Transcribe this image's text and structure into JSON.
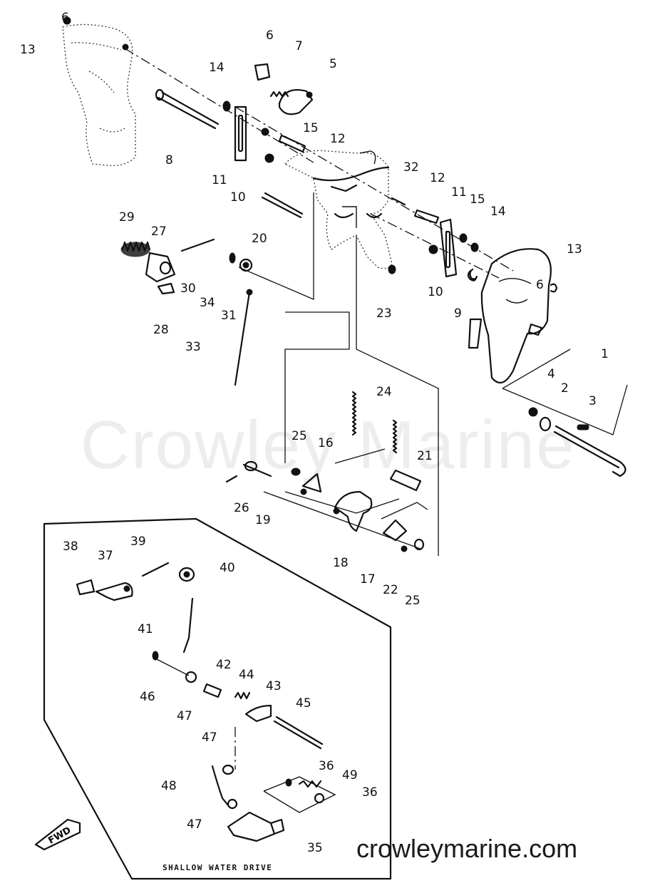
{
  "diagram": {
    "labels": {
      "p1": "1",
      "p2": "2",
      "p3": "3",
      "p4": "4",
      "p5": "5",
      "p6": "6",
      "p7": "7",
      "p8": "8",
      "p9": "9",
      "p10a": "10",
      "p10b": "10",
      "p11a": "11",
      "p11b": "11",
      "p12a": "12",
      "p12b": "12",
      "p13a": "13",
      "p13b": "13",
      "p14a": "14",
      "p14b": "14",
      "p15a": "15",
      "p15b": "15",
      "p16": "16",
      "p17": "17",
      "p18": "18",
      "p19": "19",
      "p20": "20",
      "p21": "21",
      "p22": "22",
      "p23": "23",
      "p24": "24",
      "p25a": "25",
      "p25b": "25",
      "p26": "26",
      "p27": "27",
      "p28": "28",
      "p29": "29",
      "p30": "30",
      "p31": "31",
      "p32": "32",
      "p33": "33",
      "p34": "34",
      "p35": "35",
      "p36a": "36",
      "p36b": "36",
      "p37": "37",
      "p38": "38",
      "p39": "39",
      "p40": "40",
      "p41": "41",
      "p42": "42",
      "p43": "43",
      "p44": "44",
      "p45": "45",
      "p46": "46",
      "p47a": "47",
      "p47b": "47",
      "p47c": "47",
      "p48": "48",
      "p49": "49"
    },
    "inset_caption": "SHALLOW WATER DRIVE",
    "fwd_badge": "FWD",
    "watermark": "Crowley Marine",
    "site": "crowleymarine.com"
  }
}
